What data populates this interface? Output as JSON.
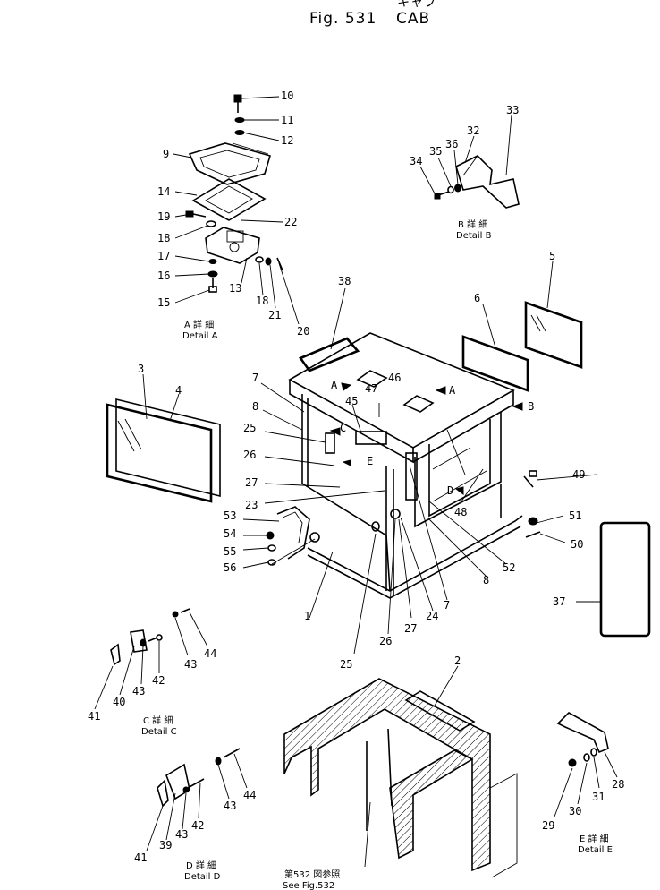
{
  "title": {
    "kana": "キャブ",
    "fig": "Fig.  531",
    "name": "CAB"
  },
  "details": {
    "a": {
      "jp": "A  詳  細",
      "en": "Detail   A"
    },
    "b": {
      "jp": "B  詳  細",
      "en": "Detail   B"
    },
    "c": {
      "jp": "C  詳  細",
      "en": "Detail   C"
    },
    "d": {
      "jp": "D  詳  細",
      "en": "Detail   D"
    },
    "e": {
      "jp": "E  詳  細",
      "en": "Detail   E"
    }
  },
  "see_ref": {
    "jp": "第532 図参照",
    "en": "See   Fig.532"
  },
  "arrows": {
    "a": "A",
    "b": "B",
    "c": "C",
    "d": "D",
    "e": "E"
  },
  "callouts": [
    "10",
    "11",
    "12",
    "9",
    "14",
    "19",
    "22",
    "18",
    "17",
    "16",
    "15",
    "13",
    "18",
    "21",
    "20",
    "33",
    "32",
    "36",
    "35",
    "34",
    "5",
    "6",
    "38",
    "3",
    "4",
    "7",
    "8",
    "25",
    "26",
    "27",
    "23",
    "46",
    "47",
    "45",
    "53",
    "54",
    "55",
    "56",
    "49",
    "48",
    "51",
    "50",
    "52",
    "8",
    "37",
    "7",
    "24",
    "27",
    "26",
    "25",
    "1",
    "44",
    "43",
    "42",
    "41",
    "40",
    "43",
    "2",
    "28",
    "31",
    "30",
    "29",
    "44",
    "43",
    "42",
    "41",
    "39",
    "43"
  ],
  "colors": {
    "ink": "#000000",
    "paper": "#ffffff"
  }
}
